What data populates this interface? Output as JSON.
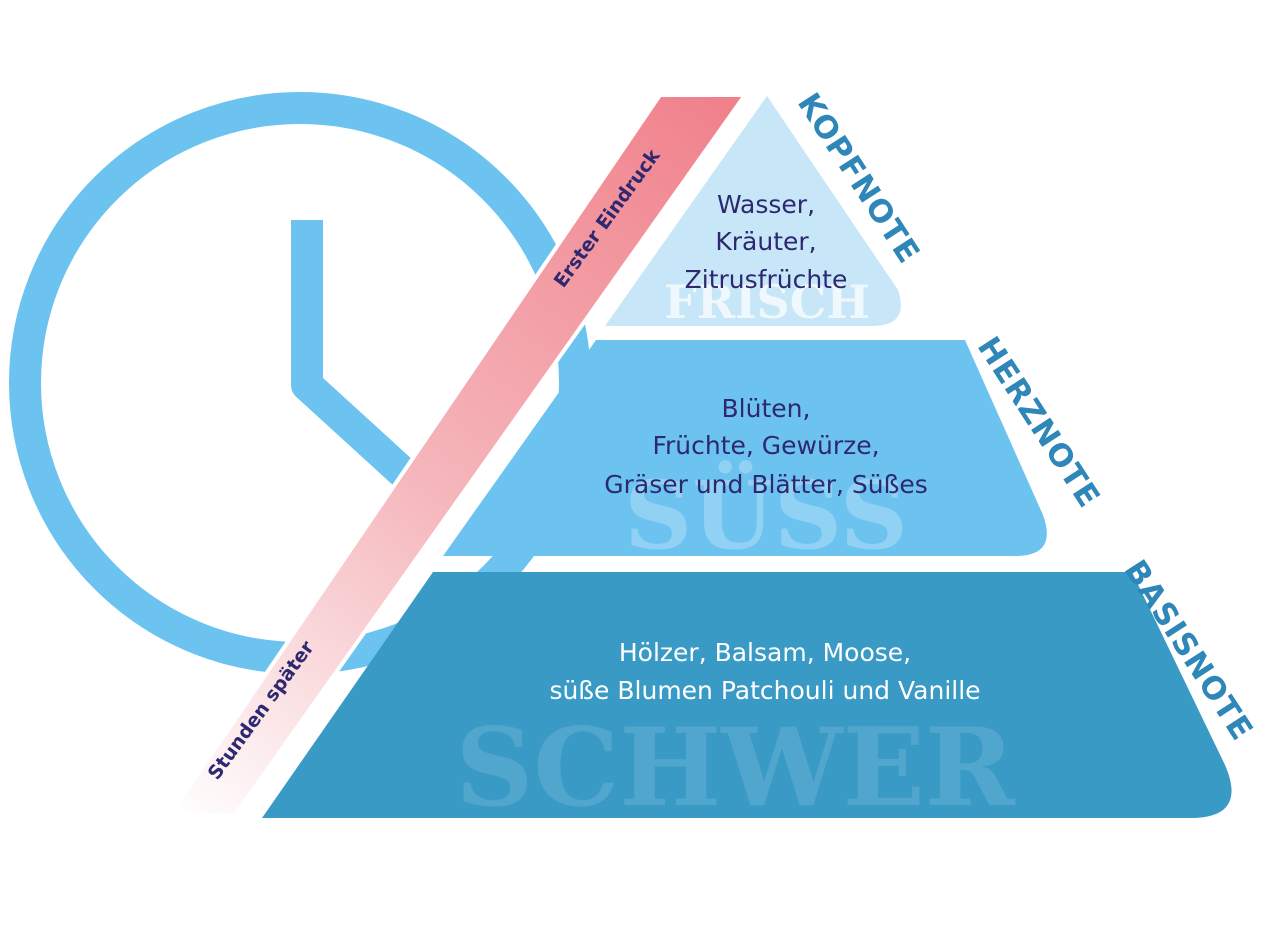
{
  "tiers": {
    "top": {
      "label": "KOPFNOTE",
      "watermark": "FRISCH",
      "lines": [
        "Wasser,",
        "Kräuter,",
        "Zitrusfrüchte"
      ],
      "color": "#c7e6f7"
    },
    "middle": {
      "label": "HERZNOTE",
      "watermark": "SÜSS",
      "lines": [
        "Blüten,",
        "Früchte, Gewürze,",
        "Gräser und Blätter, Süßes"
      ],
      "color": "#6cc3f0"
    },
    "bottom": {
      "label": "BASISNOTE",
      "watermark": "SCHWER",
      "lines": [
        "Hölzer, Balsam, Moose,",
        "süße Blumen Patchouli und Vanille"
      ],
      "color": "#3a9ac6"
    }
  },
  "time_band": {
    "start_label": "Erster Eindruck",
    "end_label": "Stunden später",
    "color": "#f07f8a"
  },
  "clock": {
    "icon": "clock-icon",
    "color": "#6cc3f0"
  }
}
